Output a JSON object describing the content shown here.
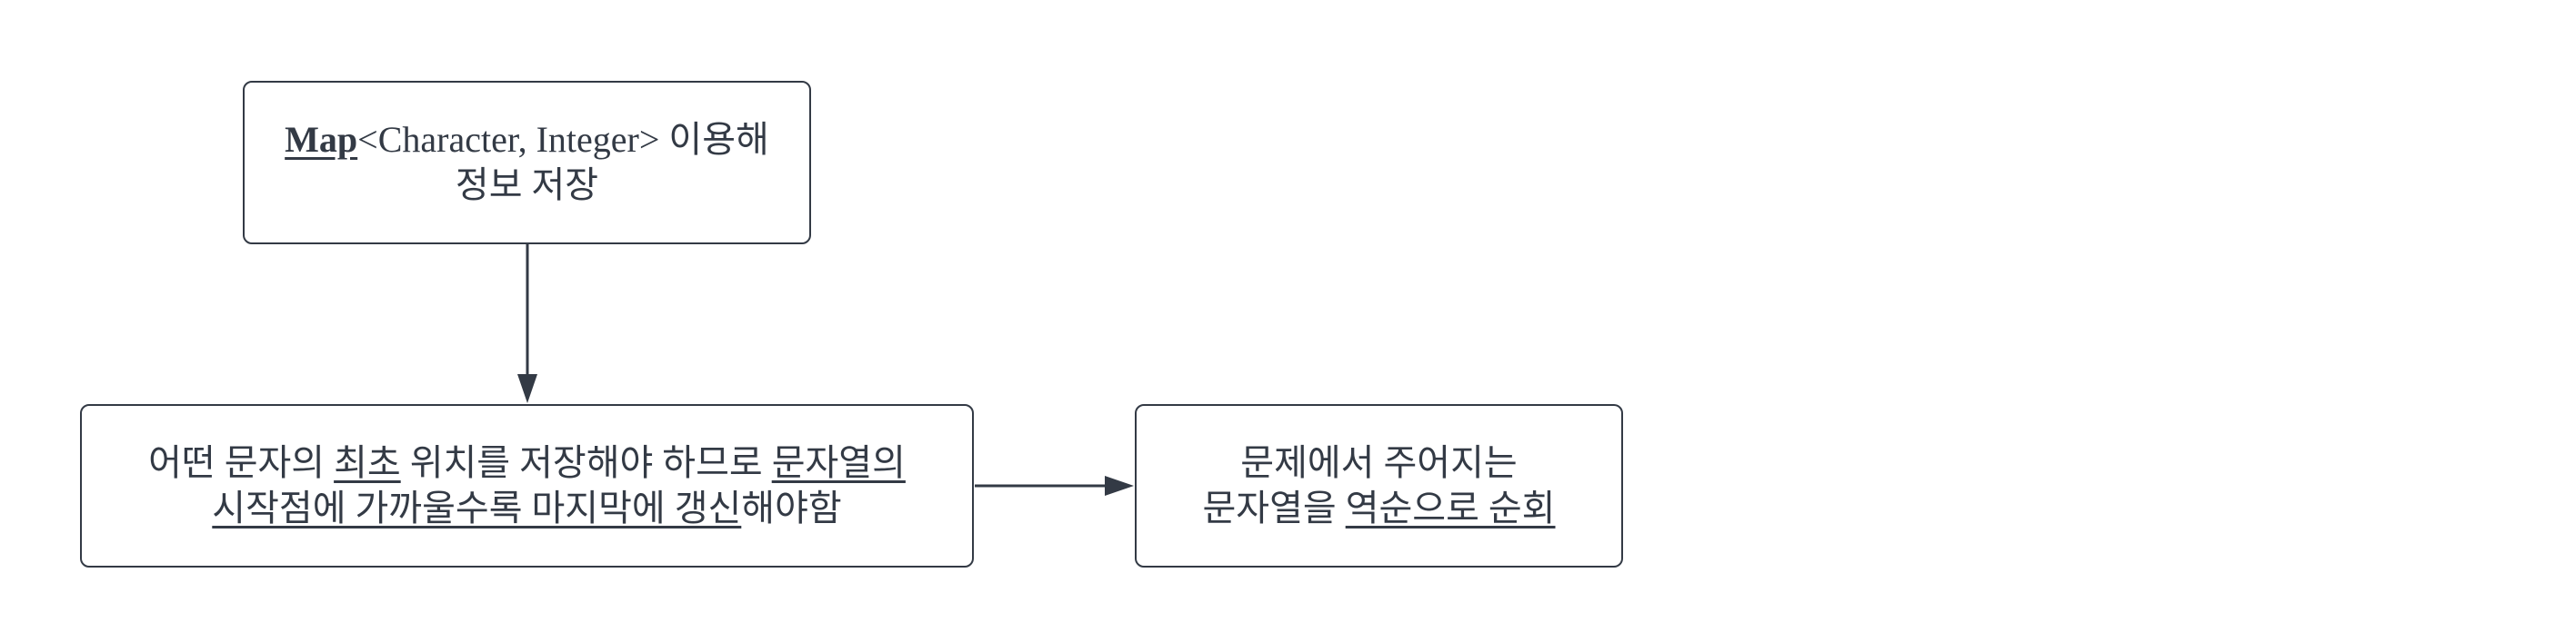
{
  "nodes": {
    "map": {
      "line1_bold": "Map",
      "line1_rest": "<Character, Integer> 이용해",
      "line2": "정보 저장"
    },
    "update": {
      "line1_a": "어떤 문자의 ",
      "line1_b": "최초",
      "line1_c": " 위치를 저장해야 하므로 ",
      "line1_d": "문자열의",
      "line2_a": "시작점에 가까울수록 마지막에 갱신",
      "line2_b": "해야함"
    },
    "reverse": {
      "line1": "문제에서 주어지는",
      "line2_a": "문자열을 ",
      "line2_b": "역순으로 순회"
    }
  },
  "edges": [
    {
      "from": "map",
      "to": "update"
    },
    {
      "from": "update",
      "to": "reverse"
    }
  ],
  "colors": {
    "stroke": "#333a45",
    "background": "#ffffff"
  }
}
